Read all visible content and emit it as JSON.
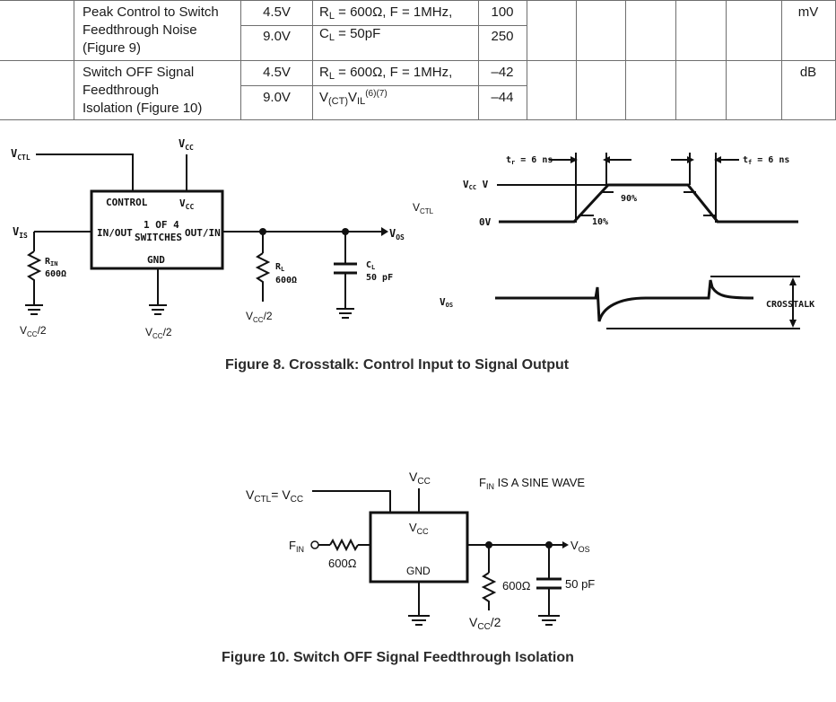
{
  "table": {
    "rows": [
      {
        "parameter": [
          "Peak Control to Switch",
          "Feedthrough Noise",
          "(Figure 9)"
        ],
        "supply": [
          "4.5V",
          "9.0V"
        ],
        "conditions": {
          "line1_rl": "R",
          "line1_rl_sub": "L",
          "line1_rest": " = 600Ω, F = 1MHz,",
          "line2_cl": "C",
          "line2_cl_sub": "L",
          "line2_rest": " = 50pF"
        },
        "values": [
          "100",
          "250"
        ],
        "unit": "mV"
      },
      {
        "parameter": [
          "Switch OFF Signal",
          "Feedthrough",
          "Isolation (Figure 10)"
        ],
        "supply": [
          "4.5V",
          "9.0V"
        ],
        "conditions": {
          "line1_rl": "R",
          "line1_rl_sub": "L",
          "line1_rest": " = 600Ω, F = 1MHz,",
          "line2_v": "V",
          "line2_sub1": "(CT)",
          "line2_v2": "V",
          "line2_sub2": "IL",
          "line2_sup": "(6)(7)"
        },
        "values": [
          "–42",
          "–44"
        ],
        "unit": "dB"
      }
    ]
  },
  "figure8": {
    "caption": "Figure 8. Crosstalk: Control Input to Signal Output",
    "circuit": {
      "vctl": "V",
      "vctl_sub": "CTL",
      "vcc_top": "V",
      "vcc_top_sub": "CC",
      "control": "CONTROL",
      "vcc_inner": "V",
      "vcc_inner_sub": "CC",
      "in_out": "IN/OUT",
      "one_of_four": "1 OF 4",
      "switches": "SWITCHES",
      "out_in": "OUT/IN",
      "gnd": "GND",
      "vis": "V",
      "vis_sub": "IS",
      "rin": "R",
      "rin_sub": "IN",
      "rin_val": "600Ω",
      "rl": "R",
      "rl_sub": "L",
      "rl_val": "600Ω",
      "cl": "C",
      "cl_sub": "L",
      "cl_val": "50 pF",
      "vos": "V",
      "vos_sub": "OS",
      "vcc2_left": "V",
      "vcc2_left_sub": "CC",
      "vcc2_left_tail": "/2",
      "vcc2_mid": "V",
      "vcc2_mid_sub": "CC",
      "vcc2_mid_tail": "/2",
      "vcc2_rl": "V",
      "vcc2_rl_sub": "CC",
      "vcc2_rl_tail": "/2"
    },
    "waveform": {
      "tr": "t",
      "tr_sub": "r",
      "tr_tail": " = 6 ns",
      "tf": "t",
      "tf_sub": "f",
      "tf_tail": " = 6 ns",
      "vcc_v": "V",
      "vcc_v_sub": "CC",
      "vcc_v_tail": "  V",
      "vctl": "V",
      "vctl_sub": "CTL",
      "zero_v": "0V",
      "pct90": "90%",
      "pct10": "10%",
      "vos": "V",
      "vos_sub": "OS",
      "crosstalk": "CROSSTALK"
    }
  },
  "figure10": {
    "caption": "Figure 10. Switch OFF Signal Feedthrough Isolation",
    "vctl_eq": "V",
    "vctl_eq_sub": "CTL",
    "vctl_eq_tail": "= V",
    "vctl_eq_sub2": "CC",
    "vcc_top": "V",
    "vcc_top_sub": "CC",
    "fin_note": "F",
    "fin_note_sub": "IN",
    "fin_note_tail": " IS A SINE WAVE",
    "vcc_inner": "V",
    "vcc_inner_sub": "CC",
    "gnd": "GND",
    "fin": "F",
    "fin_sub": "IN",
    "r_in": "600Ω",
    "r_load": "600Ω",
    "c_load": "50 pF",
    "vos": "V",
    "vos_sub": "OS",
    "vcc2": "V",
    "vcc2_sub": "CC",
    "vcc2_tail": "/2"
  }
}
